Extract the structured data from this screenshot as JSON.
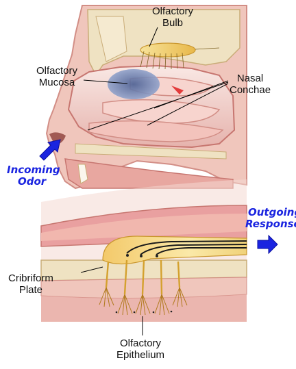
{
  "labels": {
    "olfactory_bulb": [
      "Olfactory",
      "Bulb"
    ],
    "olfactory_mucosa": [
      "Olfactory",
      "Mucosa"
    ],
    "nasal_conchae": [
      "Nasal",
      "Conchae"
    ],
    "incoming_odor": [
      "Incoming",
      "Odor"
    ],
    "outgoing_response": [
      "Outgoing",
      "Response"
    ],
    "cribriform_plate": [
      "Cribriform",
      "Plate"
    ],
    "olfactory_epithelium": [
      "Olfactory",
      "Epithelium"
    ]
  },
  "colors": {
    "tissue_pink": "#e9a0a0",
    "tissue_light": "#f6dcd6",
    "bone": "#efe2c2",
    "mucosa_blue": "#6f86b8",
    "nerve_yellow": "#f5d56a",
    "arrow_blue": "#1a24e0"
  }
}
